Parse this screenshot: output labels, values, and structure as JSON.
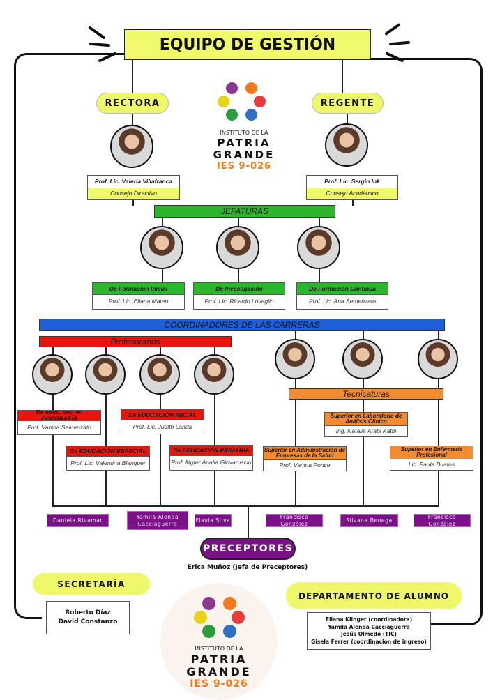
{
  "title": "EQUIPO DE GESTIÓN",
  "logo": {
    "line1": "INSTITUTO DE LA",
    "line2": "PATRIA",
    "line3": "GRANDE",
    "line4": "IES 9-026",
    "dot_colors": [
      "#8b3a8f",
      "#f07b1f",
      "#e8d21c",
      "#e63c3c",
      "#2a9d3c",
      "#2f6fc4"
    ]
  },
  "rectora": {
    "label": "RECTORA",
    "name": "Prof. Lic. Valeria Villafranca",
    "role": "Consejo Directivo"
  },
  "regente": {
    "label": "REGENTE",
    "name": "Prof. Lic. Sergio Ink",
    "role": "Consejo Académico"
  },
  "jefaturas": {
    "label": "JEFATURAS",
    "items": [
      {
        "area": "De Formación Inicial",
        "name": "Prof. Lic. Eliana Mateo"
      },
      {
        "area": "De Investigación",
        "name": "Prof. Lic. Ricardo Lovaglio"
      },
      {
        "area": "De Formación Continua",
        "name": "Prof. Lic. Ana Semenzato"
      }
    ]
  },
  "coordinadores": {
    "label": "COORDINADORES DE LAS CARRERAS"
  },
  "profesorados": {
    "label": "Profesorados",
    "items": [
      {
        "area": "De educ. sec. en GEOGRAFÍA",
        "name": "Prof. Vanina Semenzato"
      },
      {
        "area": "De EDUCACIÓN ESPECIAL",
        "name": "Prof. Lic. Valentina Blanquer"
      },
      {
        "area": "De EDUCACIÓN INICIAL",
        "name": "Prof. Lic. Judith Landa"
      },
      {
        "area": "De EDUCACIÓN PRIMARIA",
        "name": "Prof. Mgter Analia Giovaruscio"
      }
    ]
  },
  "tecnicaturas": {
    "label": "Tecnicaturas",
    "items": [
      {
        "area": "Superior en Administración de Empresas de la Salud",
        "name": "Prof. Vanina Ponce"
      },
      {
        "area": "Superior en Laboratorio de Análisis Clínico",
        "name": "Ing. Natalia Arabi Katbi"
      },
      {
        "area": "Superior en Enfermería Profesional",
        "name": "Lic. Paula Buatos"
      }
    ]
  },
  "preceptores_list": [
    "Daniela Rivamar",
    "Yamila Alenda Cacciaguerra",
    "Flavia Silva",
    "Francisco González",
    "Silvana Benega",
    "Francisco González"
  ],
  "preceptores": {
    "label": "PRECEPTORES",
    "head": "Erica Muñoz (Jefa de Preceptores)"
  },
  "secretaria": {
    "label": "SECRETARÍA",
    "members": [
      "Roberto Díaz",
      "David Constanzo"
    ]
  },
  "departamento": {
    "label": "DEPARTAMENTO DE ALUMNO",
    "members": [
      "Eliana Klinger (coordinadora)",
      "Yamila Alenda Cacciaguerra",
      "Jesús Olmedo (TIC)",
      "Gisela Ferrer (coordinación de ingreso)"
    ]
  }
}
